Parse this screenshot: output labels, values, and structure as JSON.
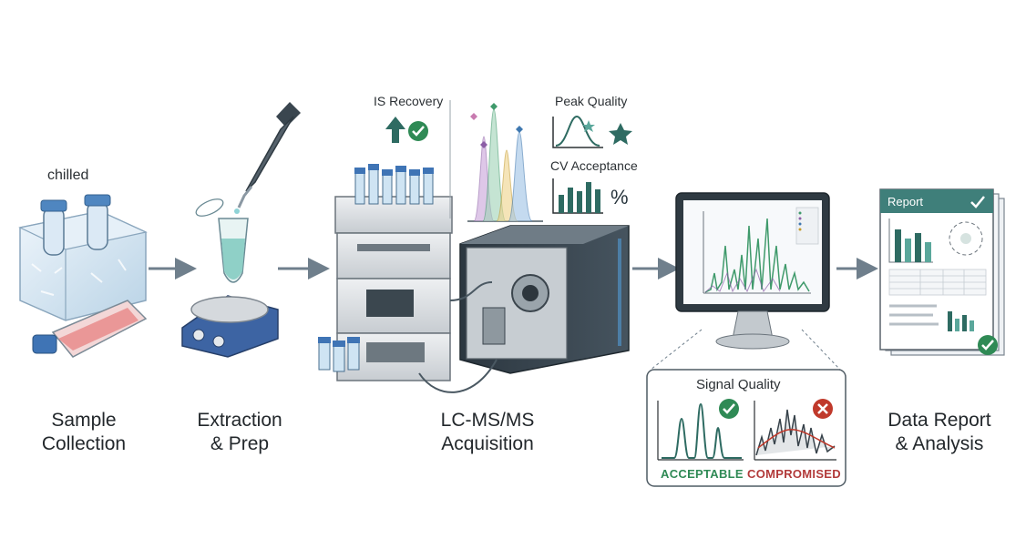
{
  "stages": {
    "collection": {
      "line1": "Sample",
      "line2": "Collection",
      "annotation": "chilled"
    },
    "extraction": {
      "line1": "Extraction",
      "line2": "& Prep"
    },
    "acquisition": {
      "line1": "LC-MS/MS",
      "line2": "Acquisition"
    },
    "report": {
      "line1": "Data Report",
      "line2": "& Analysis",
      "card_title": "Report"
    }
  },
  "qc": {
    "is_recovery": "IS Recovery",
    "peak_quality": "Peak Quality",
    "cv_acceptance": "CV Acceptance",
    "percent_symbol": "%"
  },
  "signal_quality": {
    "title": "Signal Quality",
    "acceptable": "ACCEPTABLE",
    "compromised": "COMPROMISED"
  },
  "colors": {
    "arrow": "#6f7f8c",
    "ok_green": "#2f8a55",
    "bad_red": "#c0392b",
    "teal": "#2e6b62",
    "report_header": "#3f7f7a",
    "instrument_dark": "#34414b"
  }
}
